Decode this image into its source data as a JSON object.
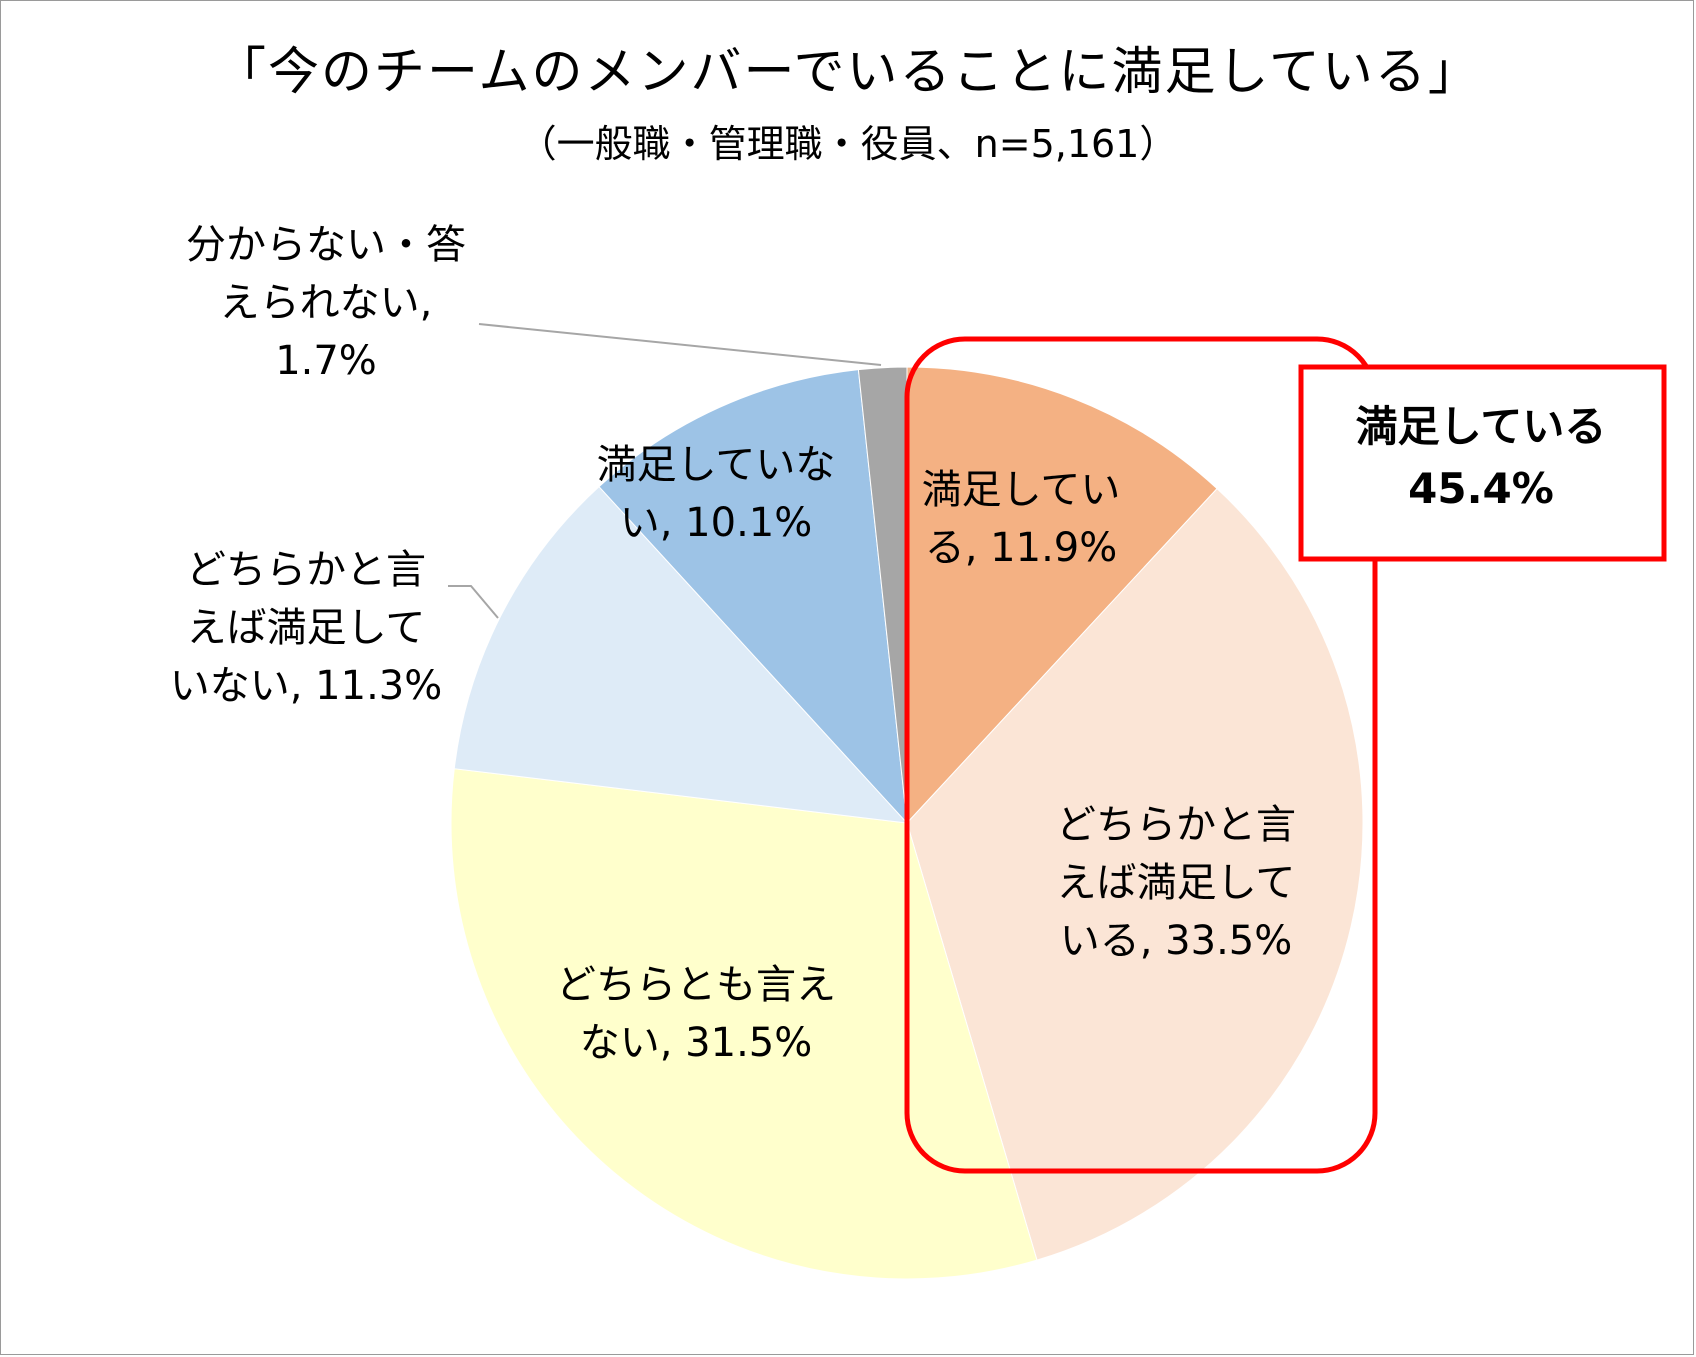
{
  "chart_data": {
    "type": "pie",
    "title": "「今のチームのメンバーでいることに満足している」",
    "subtitle": "（一般職・管理職・役員、n=5,161）",
    "slices": [
      {
        "label": "満足している",
        "value": 11.9,
        "color": "#f4b183",
        "display": "満足してい\nる, 11.9%"
      },
      {
        "label": "どちらかと言えば満足している",
        "value": 33.5,
        "color": "#fbe5d6",
        "display": "どちらかと言\nえば満足して\nいる, 33.5%"
      },
      {
        "label": "どちらとも言えない",
        "value": 31.5,
        "color": "#ffffcc",
        "display": "どちらとも言え\nない, 31.5%"
      },
      {
        "label": "どちらかと言えば満足していない",
        "value": 11.3,
        "color": "#deebf7",
        "display": "どちらかと言\nえば満足して\nいない, 11.3%"
      },
      {
        "label": "満足していない",
        "value": 10.1,
        "color": "#9dc3e6",
        "display": "満足していな\nい, 10.1%"
      },
      {
        "label": "分からない・答えられない",
        "value": 1.7,
        "color": "#a6a6a6",
        "display": "分からない・答\nえられない,\n1.7%"
      }
    ]
  },
  "callout": {
    "text": "満足している\n45.4%",
    "color": "#ff0000"
  }
}
